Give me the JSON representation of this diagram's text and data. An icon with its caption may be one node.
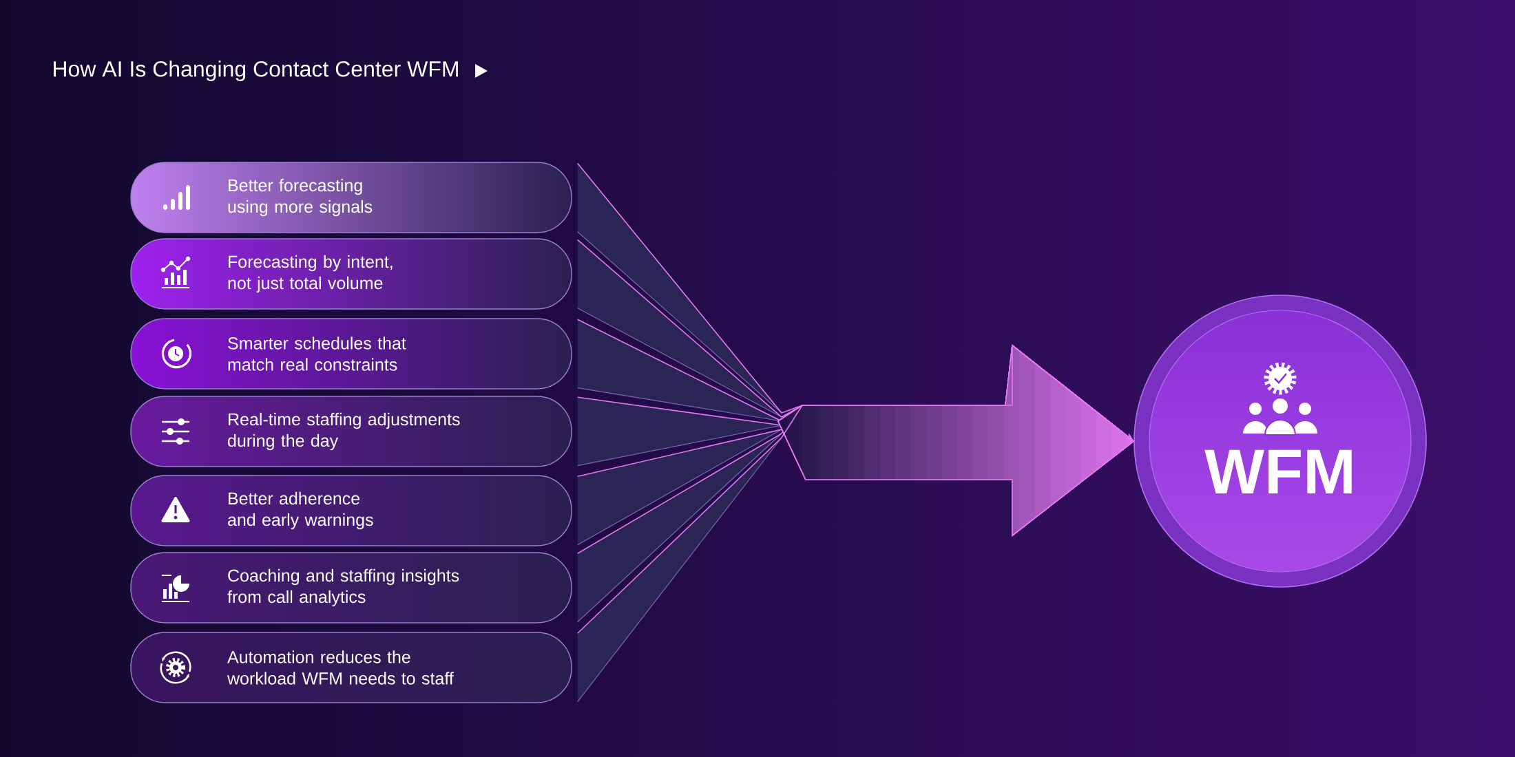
{
  "diagram": {
    "title": "How AI Is Changing Contact Center WFM",
    "nodes": [
      {
        "text": [
          "Better forecasting using more signals"
        ]
      },
      {
        "text": [
          "Forecasting by intent, not just total volume"
        ]
      },
      {
        "text": [
          "Smarter schedules that match real constraints"
        ]
      },
      {
        "text": [
          "Real-time staffing adjustments during the day"
        ]
      },
      {
        "text": [
          "Better adherence and early warnings"
        ]
      },
      {
        "text": [
          "Coaching and staffing insights from call analytics"
        ]
      },
      {
        "text": [
          "Automation reduces the workload WFM needs to staff"
        ]
      },
      {
        "text": [
          "WFM"
        ]
      }
    ],
    "edges": [
      {
        "from": 0,
        "to": 7,
        "arrow": "to"
      },
      {
        "from": 1,
        "to": 7,
        "arrow": "to"
      },
      {
        "from": 2,
        "to": 7,
        "arrow": "to"
      },
      {
        "from": 3,
        "to": 7,
        "arrow": "to"
      },
      {
        "from": 4,
        "to": 7,
        "arrow": "to"
      },
      {
        "from": 5,
        "to": 7,
        "arrow": "to"
      },
      {
        "from": 6,
        "to": 7,
        "arrow": "to"
      }
    ]
  }
}
